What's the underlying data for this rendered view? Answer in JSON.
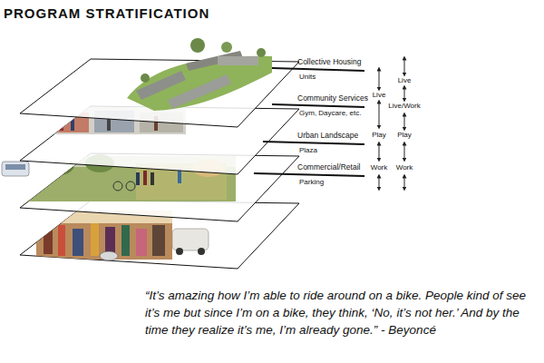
{
  "diagram": {
    "title": "PROGRAM STRATIFICATION",
    "caption": "“It’s amazing how I’m able to ride around on a bike. People kind of see it’s me but since I’m on a bike, they think, ‘No, it’s not her.’ And by the time they realize it’s me, I’m already gone.” - Beyoncé",
    "labels": [
      "Collective Housing",
      "Units",
      "Community Services",
      "Gym, Daycare, etc.",
      "Urban Landscape",
      "Plaza",
      "Commercial/Retail",
      "Parking",
      "Live",
      "Live",
      "Live/Work",
      "Play",
      "Play",
      "Work",
      "Work"
    ]
  }
}
